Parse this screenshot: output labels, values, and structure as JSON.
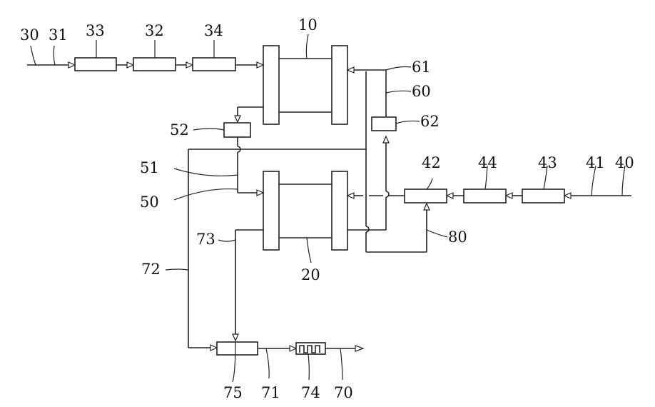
{
  "labels": {
    "l30": "30",
    "l31": "31",
    "l33": "33",
    "l32": "32",
    "l34": "34",
    "l10": "10",
    "l61": "61",
    "l60": "60",
    "l62": "62",
    "l52": "52",
    "l51": "51",
    "l50": "50",
    "l42": "42",
    "l44": "44",
    "l43": "43",
    "l41": "41",
    "l40": "40",
    "l73": "73",
    "l80": "80",
    "l20": "20",
    "l72": "72",
    "l75": "75",
    "l71": "71",
    "l74": "74",
    "l70": "70"
  }
}
